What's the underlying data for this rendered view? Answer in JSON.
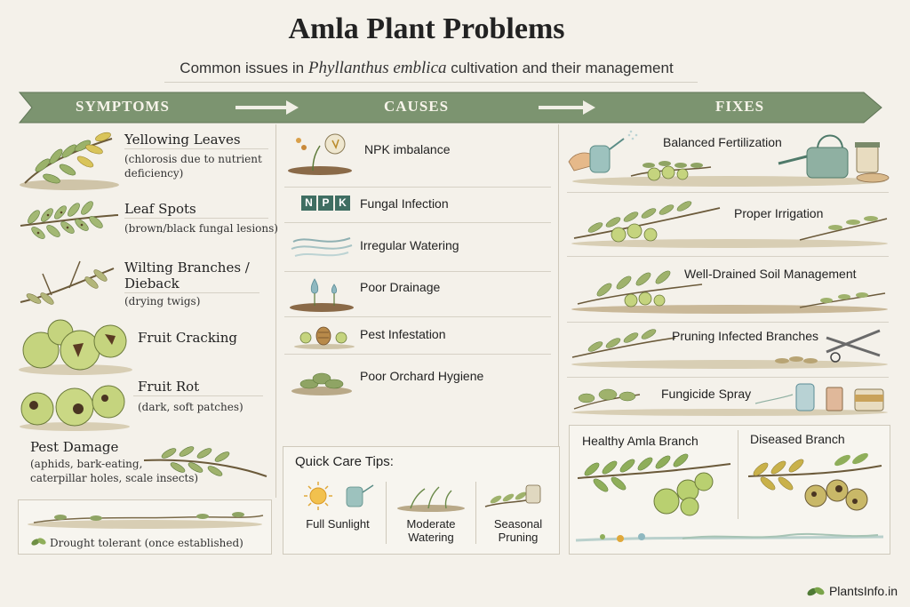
{
  "title": "Amla Plant Problems",
  "subtitle": {
    "prefix": "Common issues in ",
    "italic": "Phyllanthus emblica",
    "suffix": " cultivation and their management"
  },
  "banner": {
    "symptoms": "SYMPTOMS",
    "causes": "CAUSES",
    "fixes": "FIXES",
    "color": "#7c9470"
  },
  "symptoms": [
    {
      "title": "Yellowing Leaves",
      "sub": [
        "(chlorosis due to nutrient",
        "deficiency)"
      ]
    },
    {
      "title": "Leaf Spots",
      "sub": [
        "(brown/black fungal lesions)"
      ]
    },
    {
      "title": "Wilting Branches /",
      "title2": "Dieback",
      "sub": [
        "(drying twigs)"
      ]
    },
    {
      "title": "Fruit Cracking",
      "sub": []
    },
    {
      "title": "Fruit Rot",
      "sub": [
        "(dark, soft patches)"
      ]
    },
    {
      "title": "Pest Damage",
      "sub": [
        "(aphids, bark-eating,",
        "caterpillar holes, scale insects)"
      ]
    }
  ],
  "drought_note": "Drought tolerant (once established)",
  "npk_letters": [
    "N",
    "P",
    "K"
  ],
  "causes": [
    "NPK imbalance",
    "Fungal Infection",
    "Irregular Watering",
    "Poor Drainage",
    "Pest Infestation",
    "Poor Orchard Hygiene"
  ],
  "quick_tips": {
    "heading": "Quick Care Tips:",
    "items": [
      {
        "line1": "Full Sunlight",
        "line2": ""
      },
      {
        "line1": "Moderate",
        "line2": "Watering"
      },
      {
        "line1": "Seasonal",
        "line2": "Pruning"
      }
    ]
  },
  "fixes": [
    "Balanced Fertilization",
    "Proper Irrigation",
    "Well-Drained Soil Management",
    "Pruning Infected Branches",
    "Fungicide Spray"
  ],
  "comparison": {
    "healthy": "Healthy Amla Branch",
    "diseased": "Diseased Branch"
  },
  "brand": "PlantsInfo.in"
}
